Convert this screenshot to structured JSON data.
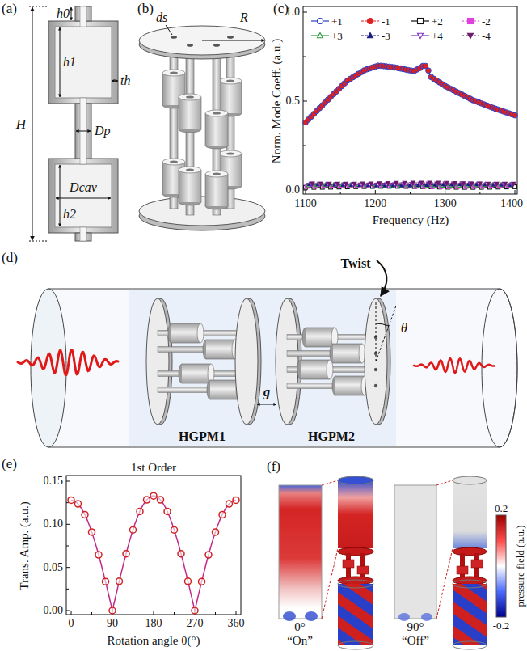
{
  "diagram": {
    "labels": [
      "(a)",
      "H",
      "h0",
      "h1",
      "th",
      "Dp",
      "Dcav",
      "h2",
      "(b)",
      "ds",
      "R",
      "(c)",
      "1.0",
      "0.5",
      "0.0",
      "1100",
      "1200",
      "1300",
      "1400",
      "Norm. Mode Coeff. (a.u.)",
      "Frequency (Hz)",
      "(d)",
      "Twist",
      "θ",
      "g",
      "HGPM1",
      "HGPM2",
      "(e)",
      "1st Order",
      "0.15",
      "0.10",
      "0.05",
      "0.00",
      "0",
      "90",
      "180",
      "270",
      "360",
      "Trans. Amp. (a.u.)",
      "Rotation angle θ(°)",
      "(f)",
      "0°",
      "“On”",
      "90°",
      "“Off”",
      "0.2",
      "-0.2",
      "pressure field (a.u.)"
    ],
    "legend": [
      {
        "text": "+1"
      },
      {
        "text": "-1"
      },
      {
        "text": "+2"
      },
      {
        "text": "-2"
      },
      {
        "text": "+3"
      },
      {
        "text": "-3"
      },
      {
        "text": "+4"
      },
      {
        "text": "-4"
      }
    ]
  }
}
